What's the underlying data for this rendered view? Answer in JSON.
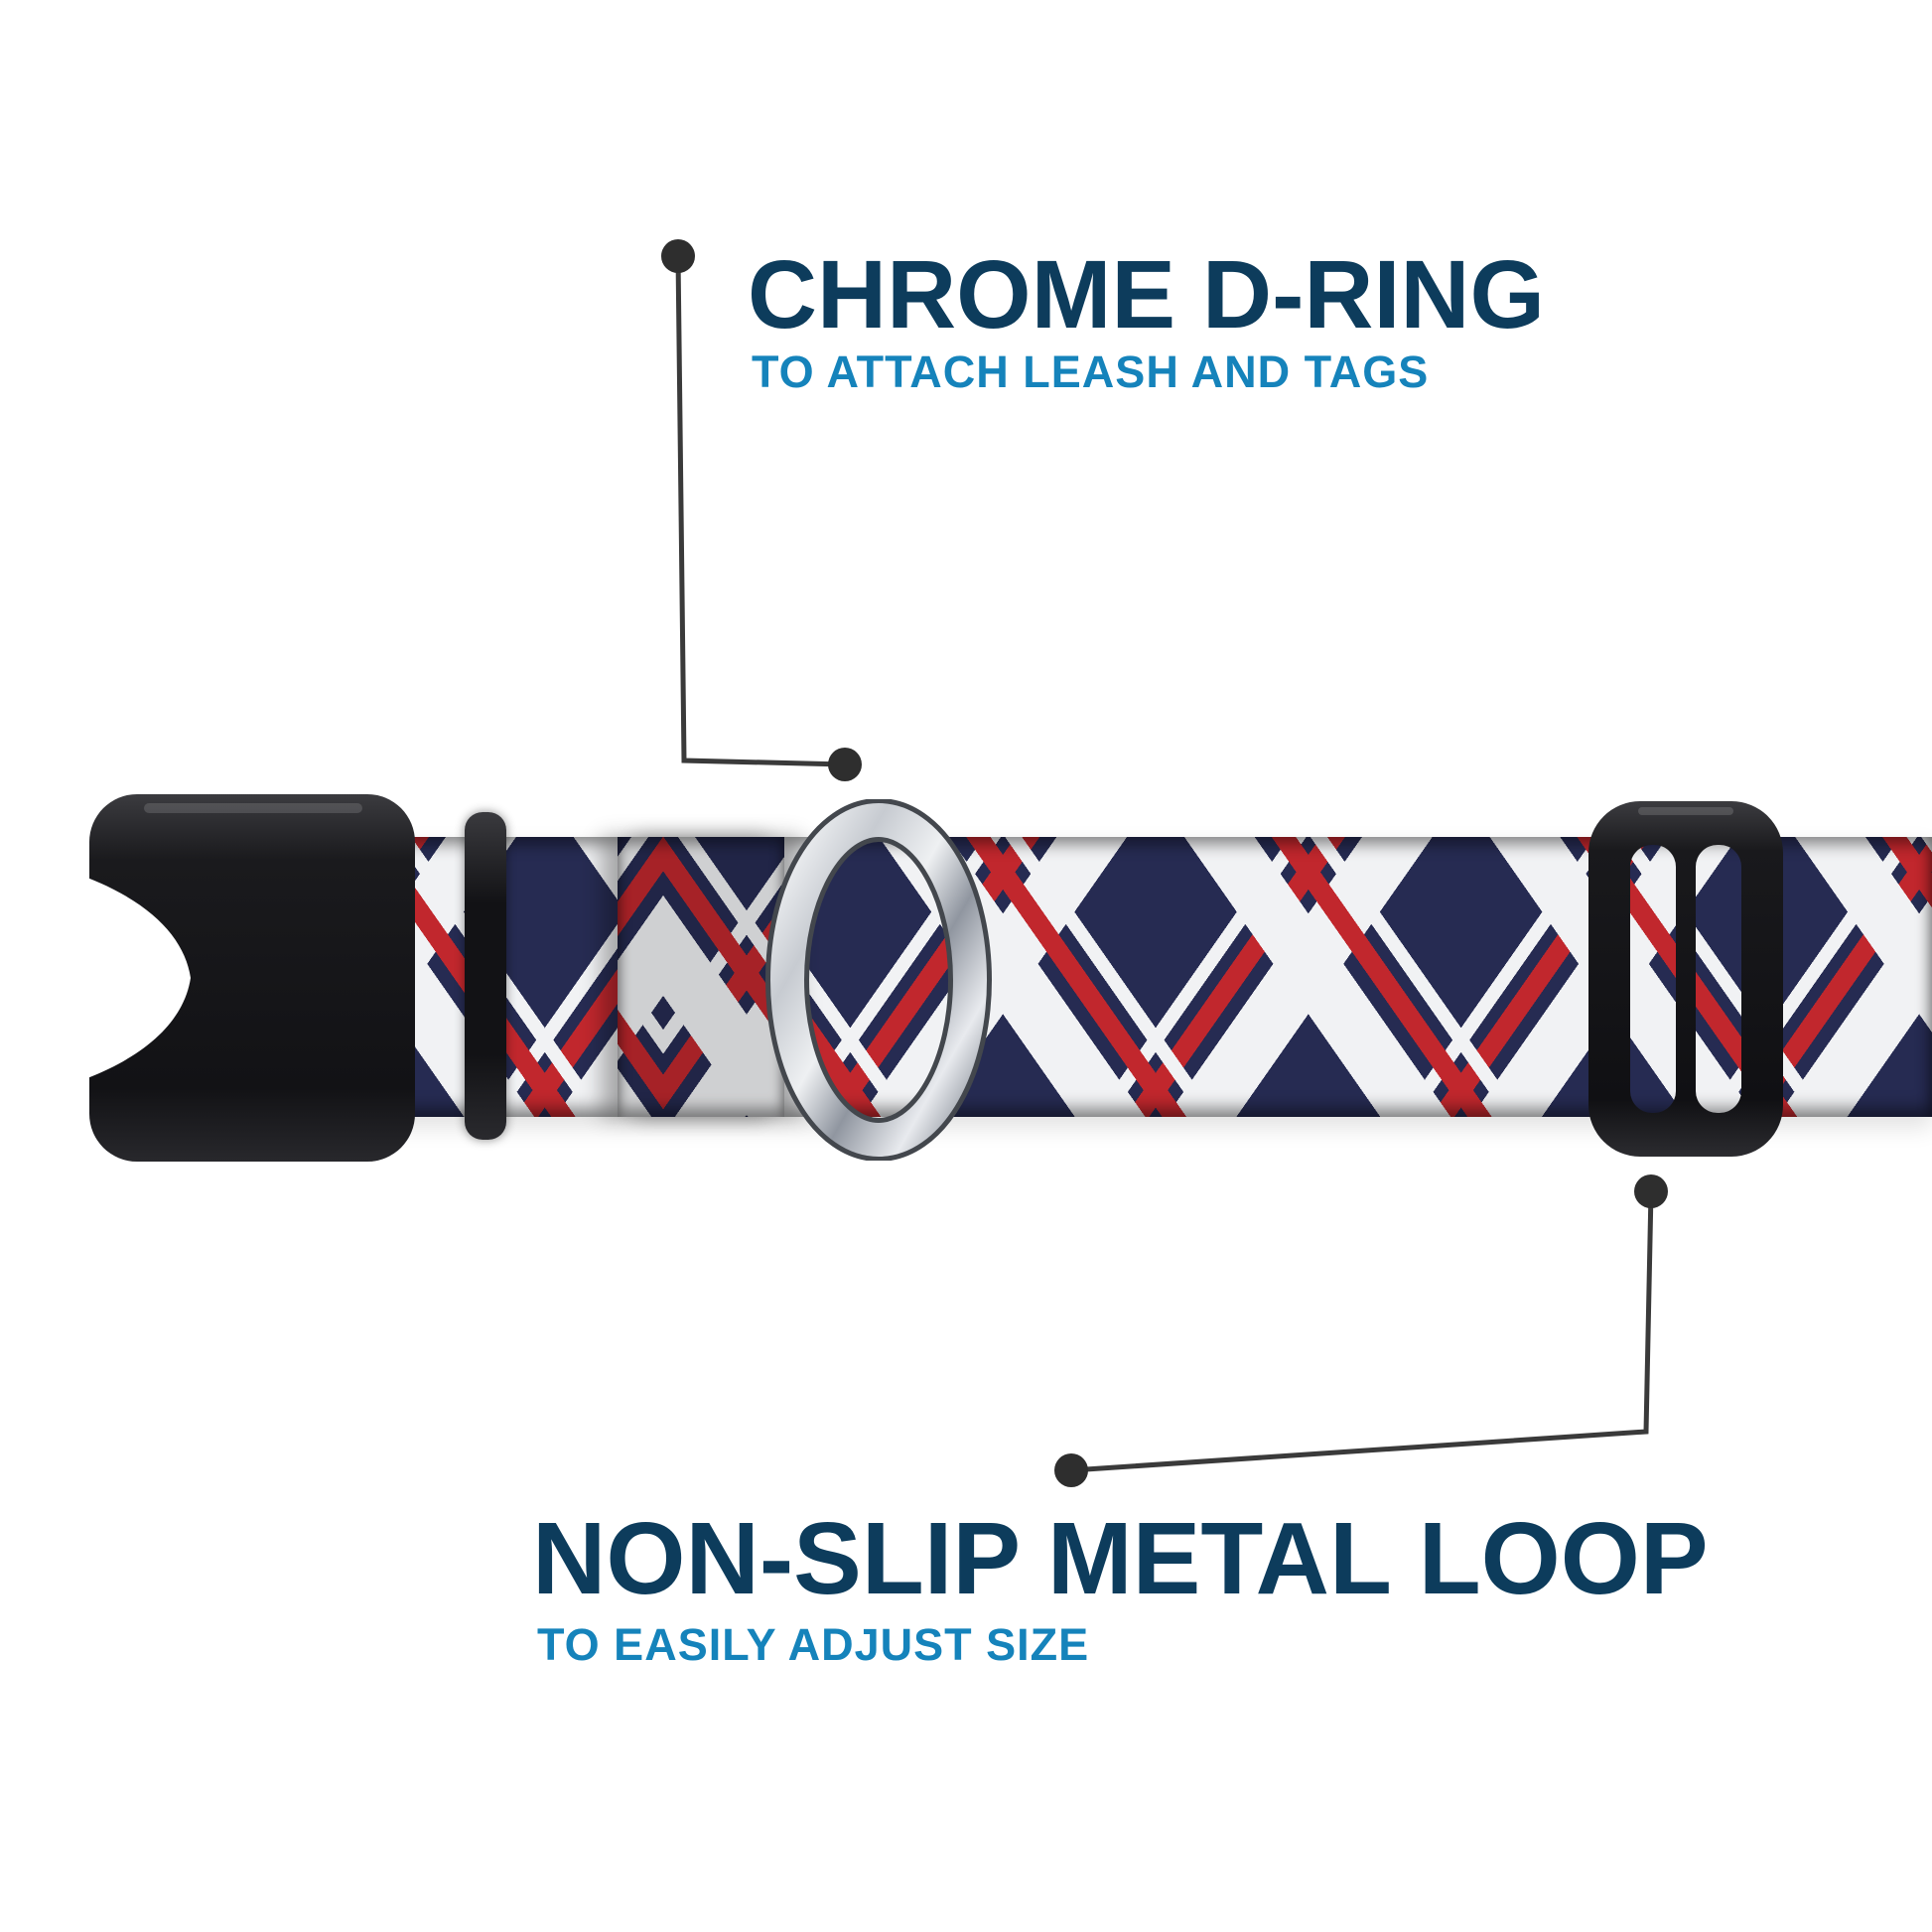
{
  "annotations": {
    "top": {
      "title": "CHROME D-RING",
      "subtitle": "TO ATTACH LEASH AND TAGS"
    },
    "bottom": {
      "title": "NON-SLIP METAL LOOP",
      "subtitle": "TO EASILY ADJUST SIZE"
    }
  },
  "colors": {
    "title_text": "#0d3c5c",
    "subtitle_text": "#1583bb",
    "callout_line": "#3a3a3a",
    "callout_dot": "#2e2e2e",
    "plaid_navy": "#262b52",
    "plaid_red": "#c1272d",
    "plaid_white": "#f1f2f4",
    "hardware_black": "#1a1a1d",
    "chrome_light": "#f2f3f5",
    "chrome_dark": "#7b828c"
  }
}
